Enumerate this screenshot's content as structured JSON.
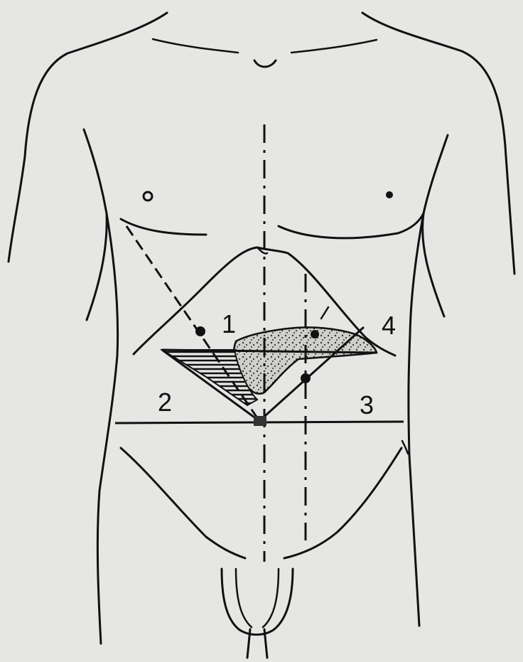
{
  "figure": {
    "labels": {
      "region_1": "1",
      "region_2": "2",
      "region_3": "3",
      "region_4": "4"
    },
    "colors": {
      "background": "#e6e6e4",
      "ink": "#111111"
    }
  }
}
